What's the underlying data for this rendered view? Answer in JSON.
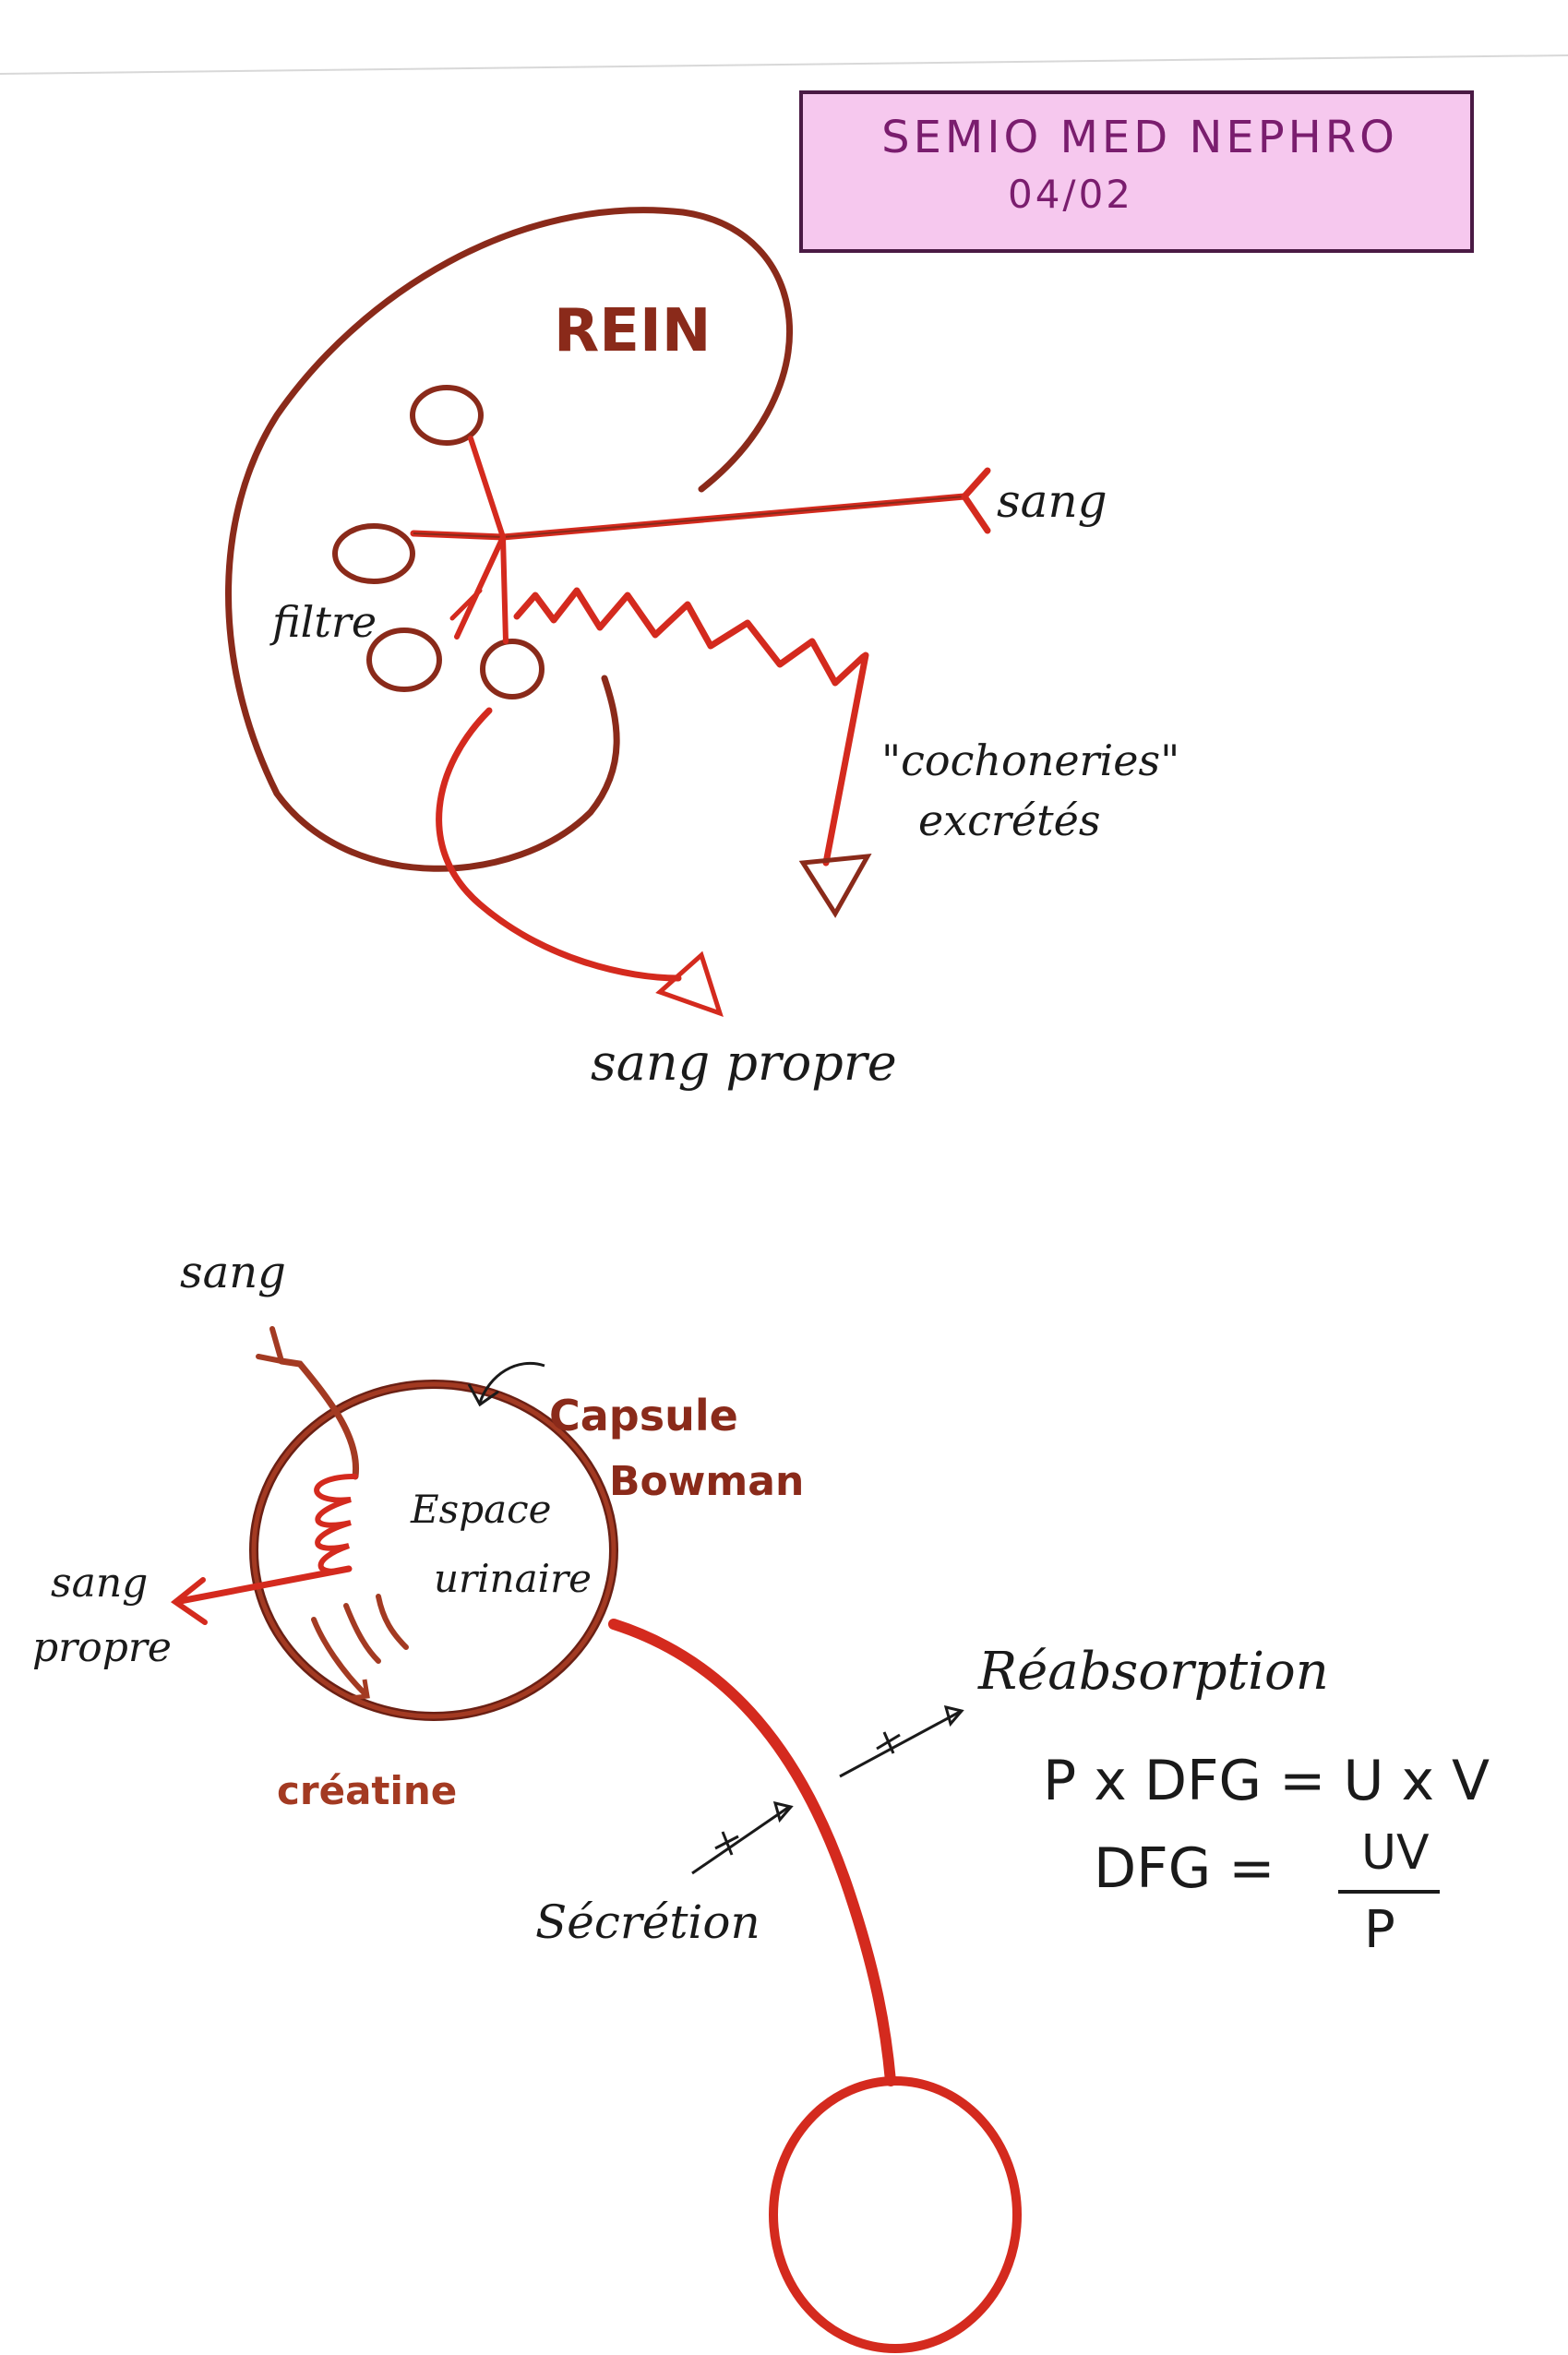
{
  "header": {
    "title": "SEMIO MED NEPHRO",
    "date": "04/02"
  },
  "kidney_diagram": {
    "organ_label": "REIN",
    "filter_label": "filtre",
    "input_label": "sang",
    "waste_label_line1": "\"cochoneries\"",
    "waste_label_line2": "excrétés",
    "output_label": "sang propre"
  },
  "nephron_diagram": {
    "input_label": "sang",
    "capsule_label_line1": "Capsule",
    "capsule_label_line2": "Bowman",
    "space_label_line1": "Espace",
    "space_label_line2": "urinaire",
    "output_label_line1": "sang",
    "output_label_line2": "propre",
    "creatine_label": "créatine",
    "reabsorption_label": "Réabsorption",
    "secretion_label": "Sécrétion",
    "formula_1": "P x DFG = U x V",
    "formula_2_left": "DFG =",
    "formula_2_numerator": "UV",
    "formula_2_denominator": "P"
  },
  "colors": {
    "red": "#d42a1e",
    "dark_red": "#8a2a1a",
    "brown": "#a33a22",
    "ink": "#1a1a1a",
    "purple": "#7a1d6e",
    "pink_highlight": "#f0b8e8"
  }
}
